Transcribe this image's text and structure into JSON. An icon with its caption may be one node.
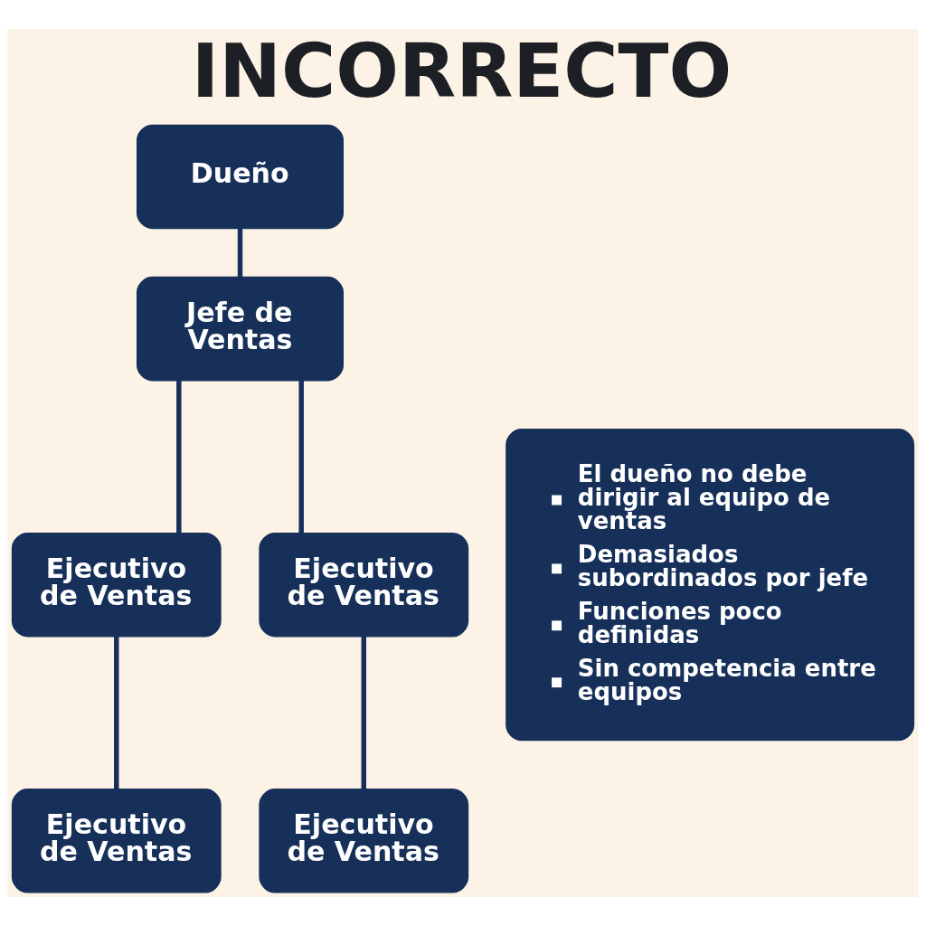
{
  "diagram": {
    "title": "INCORRECTO",
    "nodes": [
      {
        "text": [
          "Dueño"
        ]
      },
      {
        "text": [
          "Jefe de Ventas"
        ]
      },
      {
        "text": [
          "Ejecutivo de Ventas"
        ]
      },
      {
        "text": [
          "Ejecutivo de Ventas"
        ]
      },
      {
        "text": [
          "Ejecutivo de Ventas"
        ]
      },
      {
        "text": [
          "Ejecutivo de Ventas"
        ]
      },
      {
        "text": [
          "El dueño no debe dirigir al equipo de ventas",
          "Demasiados subordinados por jefe",
          "Funciones poco definidas",
          "Sin competencia entre equipos"
        ]
      }
    ],
    "edges": [
      {
        "from": 0,
        "to": 1,
        "arrow": "none"
      },
      {
        "from": 1,
        "to": 2,
        "arrow": "none"
      },
      {
        "from": 1,
        "to": 3,
        "arrow": "none"
      },
      {
        "from": 2,
        "to": 4,
        "arrow": "none"
      },
      {
        "from": 3,
        "to": 5,
        "arrow": "none"
      }
    ]
  }
}
